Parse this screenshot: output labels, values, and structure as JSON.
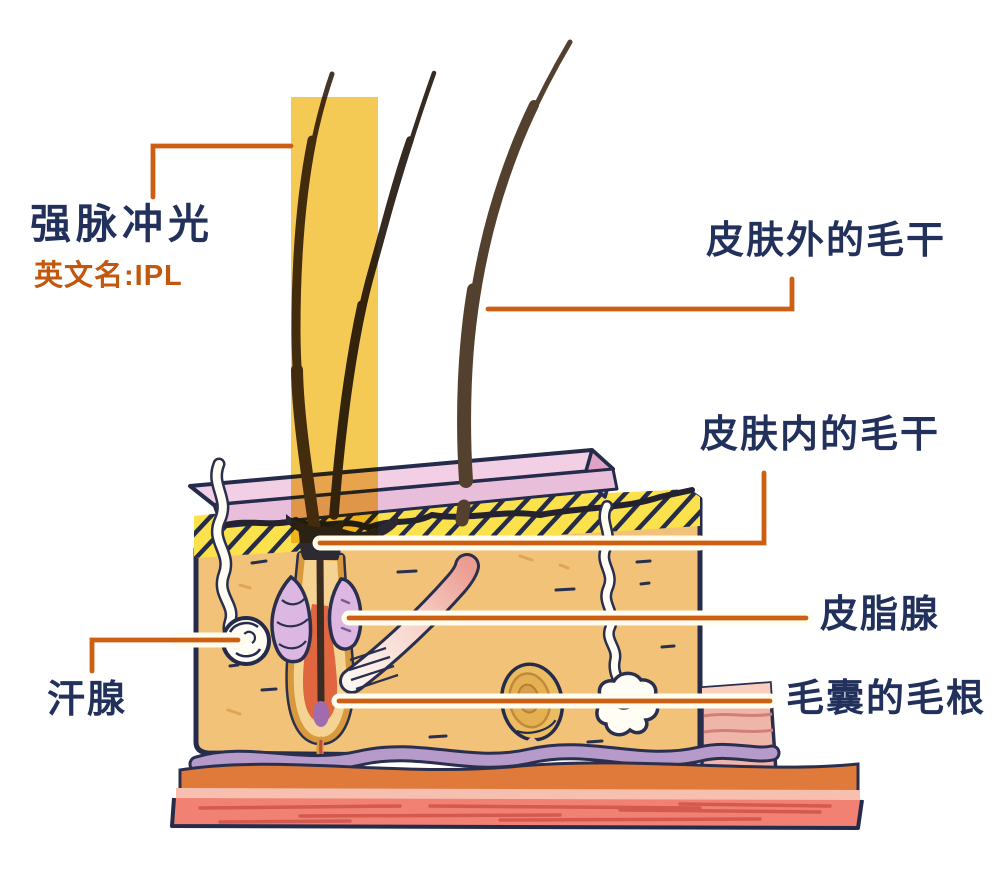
{
  "figure": {
    "type": "skin-anatomy-ipl-diagram",
    "labels": {
      "ipl": {
        "title": "强脉冲光",
        "english": "英文名:IPL"
      },
      "hair_shaft_outside_skin": "皮肤外的毛干",
      "hair_shaft_inside_skin": "皮肤内的毛干",
      "sebaceous_gland": "皮脂腺",
      "sweat_gland": "汗腺",
      "hair_root_of_follicle": "毛囊的毛根"
    },
    "colors": {
      "label_text_navy": "#22305c",
      "accent_orange": "#cd5f13",
      "leader_casing_cream": "#fffdf0",
      "beam_yellow": "#f4ca55",
      "epidermis_plate_pink": "#f2cfe5",
      "epidermis_plate_front": "#e9bedb",
      "epidermis_plate_end": "#dfa3c6",
      "stripe_layer_yellow": "#fbe24d",
      "dermis_tan": "#f1c277",
      "gland_lavender": "#dcb7e2",
      "follicle_bulb_red": "#e0663f",
      "vessel_purple": "#b69ac9",
      "band_orange": "#e07a3a",
      "muscle_red": "#f08173",
      "outline_navy": "#252b4a"
    }
  }
}
